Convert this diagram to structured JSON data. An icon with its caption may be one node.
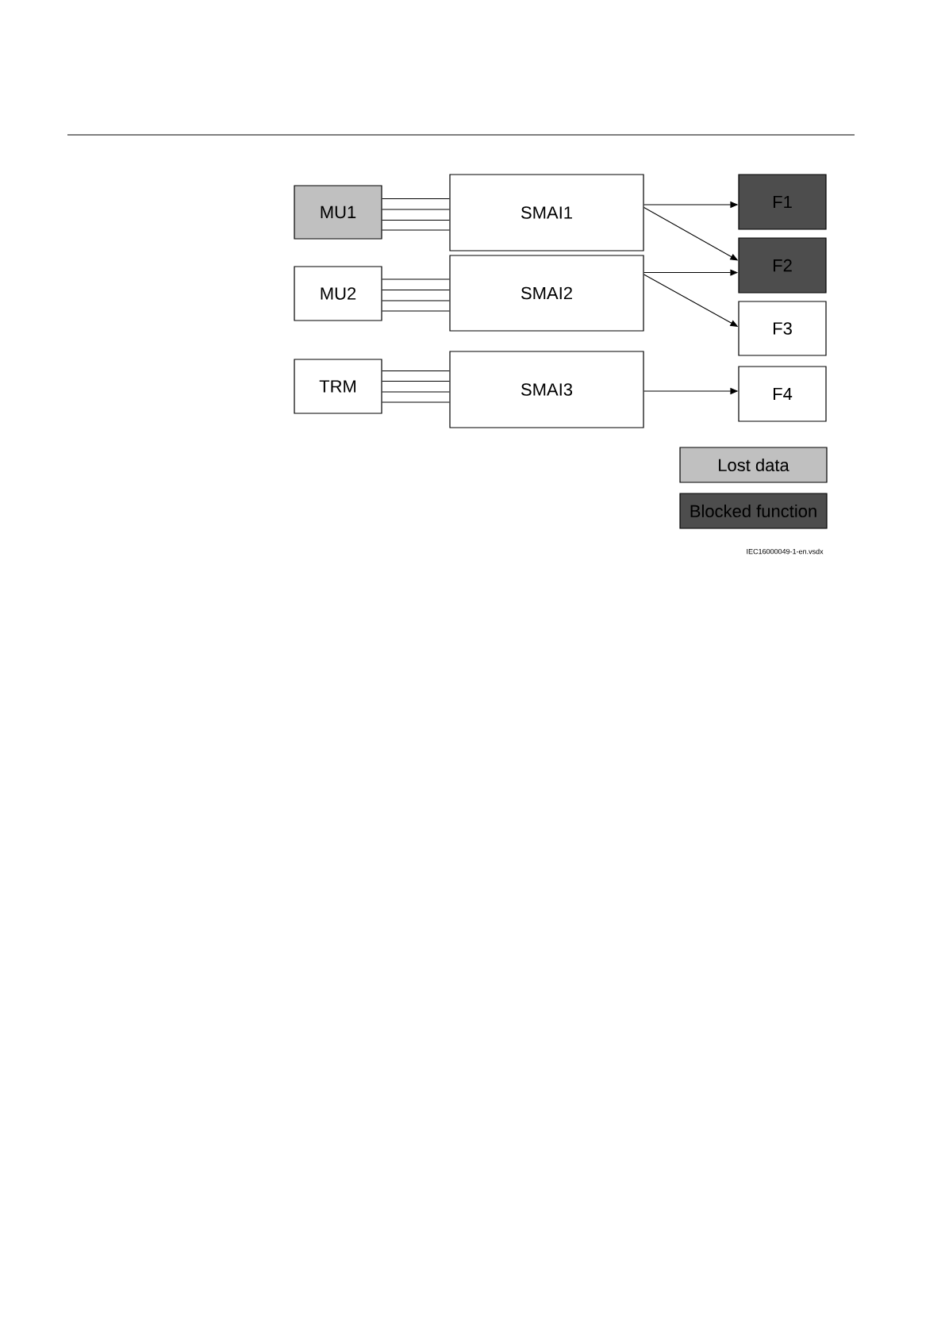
{
  "diagram": {
    "nodes": [
      {
        "text": [
          "MU1"
        ]
      },
      {
        "text": [
          "SMAI1"
        ]
      },
      {
        "text": [
          "F1"
        ]
      },
      {
        "text": [
          "F2"
        ]
      },
      {
        "text": [
          "MU2"
        ]
      },
      {
        "text": [
          "SMAI2"
        ]
      },
      {
        "text": [
          "F3"
        ]
      },
      {
        "text": [
          "TRM"
        ]
      },
      {
        "text": [
          "SMAI3"
        ]
      },
      {
        "text": [
          "F4"
        ]
      }
    ],
    "edges": [
      {
        "from": 0,
        "to": 1,
        "arrow": "none"
      },
      {
        "from": 0,
        "to": 1,
        "arrow": "none"
      },
      {
        "from": 0,
        "to": 1,
        "arrow": "none"
      },
      {
        "from": 0,
        "to": 1,
        "arrow": "none"
      },
      {
        "from": 4,
        "to": 5,
        "arrow": "none"
      },
      {
        "from": 4,
        "to": 5,
        "arrow": "none"
      },
      {
        "from": 4,
        "to": 5,
        "arrow": "none"
      },
      {
        "from": 4,
        "to": 5,
        "arrow": "none"
      },
      {
        "from": 7,
        "to": 8,
        "arrow": "none"
      },
      {
        "from": 7,
        "to": 8,
        "arrow": "none"
      },
      {
        "from": 7,
        "to": 8,
        "arrow": "none"
      },
      {
        "from": 7,
        "to": 8,
        "arrow": "none"
      },
      {
        "from": 1,
        "to": 2,
        "arrow": "to"
      },
      {
        "from": 1,
        "to": 3,
        "arrow": "to"
      },
      {
        "from": 5,
        "to": 3,
        "arrow": "to"
      },
      {
        "from": 5,
        "to": 6,
        "arrow": "to"
      },
      {
        "from": 8,
        "to": 9,
        "arrow": "to"
      }
    ],
    "labels": [
      "IEC16000049-1-en.vsdx"
    ],
    "legend": [
      {
        "text": "Lost data",
        "color": "#c0c0c0"
      },
      {
        "text": "Blocked function",
        "color": "#4d4d4d"
      }
    ]
  }
}
